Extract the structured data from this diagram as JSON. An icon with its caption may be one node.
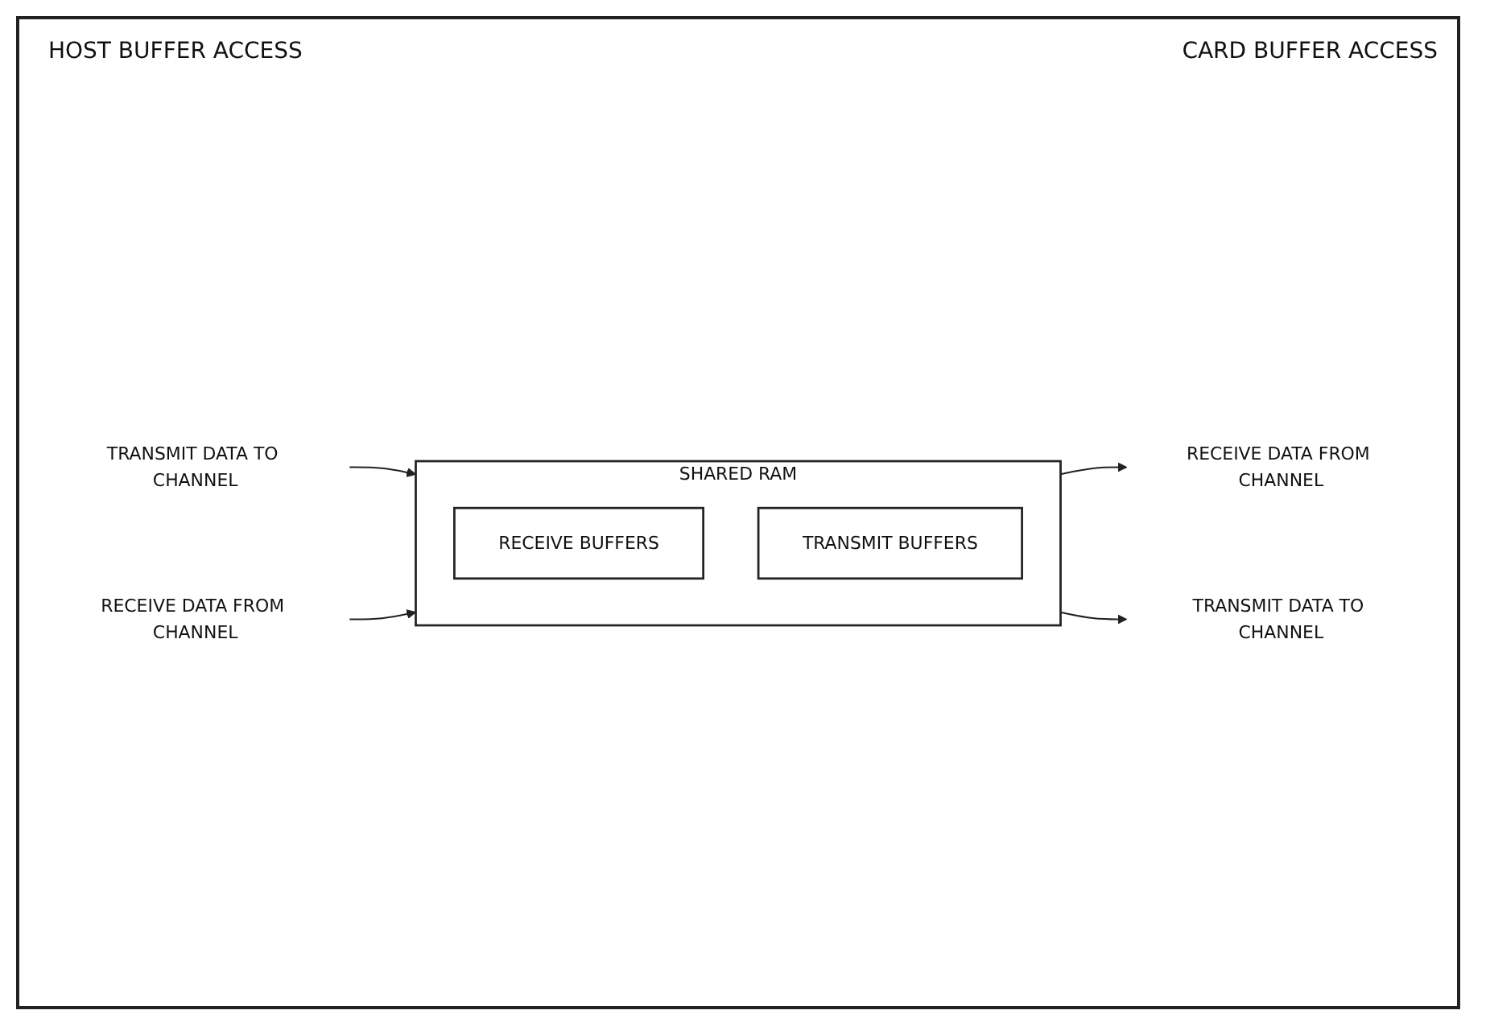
{
  "diagram": {
    "nodes": [
      {
        "text": [
          "SHARED RAM"
        ]
      },
      {
        "text": [
          "RECEIVE BUFFERS"
        ],
        "in": 0
      },
      {
        "text": [
          "TRANSMIT BUFFERS"
        ],
        "in": 0
      },
      {
        "text": [
          "RECEIVE DATA FROM CHANNEL"
        ]
      },
      {
        "text": [
          "TRANSMIT DATA TO CHANNEL"
        ]
      },
      {
        "text": [
          "RECEIVE DATA FROM CHANNEL"
        ]
      },
      {
        "text": [
          "TRANSMIT DATA TO CHANNEL"
        ]
      }
    ],
    "edges": [
      {
        "from": 0,
        "to": 3,
        "arrow": "to"
      },
      {
        "from": 4,
        "to": 0,
        "arrow": "to"
      },
      {
        "from": 5,
        "to": 0,
        "arrow": "to"
      },
      {
        "from": 0,
        "to": 6,
        "arrow": "to"
      }
    ],
    "labels": [
      "HOST BUFFER ACCESS",
      "CARD BUFFER ACCESS"
    ]
  }
}
